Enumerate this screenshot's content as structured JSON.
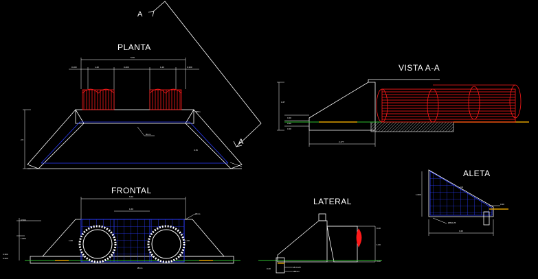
{
  "drawing": {
    "titles": {
      "planta": "PLANTA",
      "vista": "VISTA    A-A",
      "frontal": "FRONTAL",
      "lateral": "LATERAL",
      "aleta": "ALETA"
    },
    "section_marks": [
      "A",
      "A"
    ]
  },
  "colors": {
    "background": "#000000",
    "lines": "#ffffff",
    "reinforcement": "#2a3cff",
    "pipe": "#ff1a1a",
    "ground": "#2fbf2f",
    "fill": "#e0a000"
  }
}
